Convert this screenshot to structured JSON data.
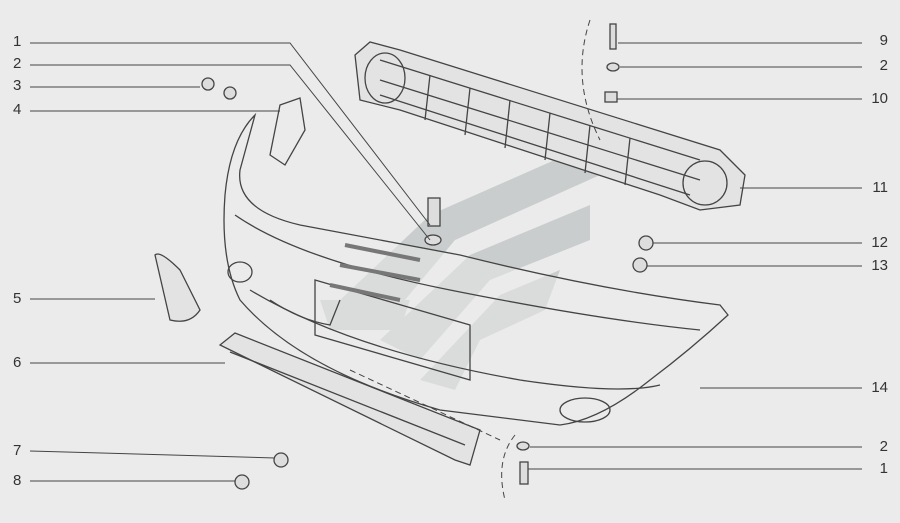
{
  "diagram": {
    "left_callouts": [
      {
        "number": "1"
      },
      {
        "number": "2"
      },
      {
        "number": "3"
      },
      {
        "number": "4"
      },
      {
        "number": "5"
      },
      {
        "number": "6"
      },
      {
        "number": "7"
      },
      {
        "number": "8"
      }
    ],
    "right_callouts": [
      {
        "number": "9"
      },
      {
        "number": "2"
      },
      {
        "number": "10"
      },
      {
        "number": "11"
      },
      {
        "number": "12"
      },
      {
        "number": "13"
      },
      {
        "number": "14"
      },
      {
        "number": "2"
      },
      {
        "number": "1"
      }
    ],
    "colors": {
      "background": "#ebebeb",
      "line": "#444444",
      "watermark": "#c9cdcd"
    }
  }
}
